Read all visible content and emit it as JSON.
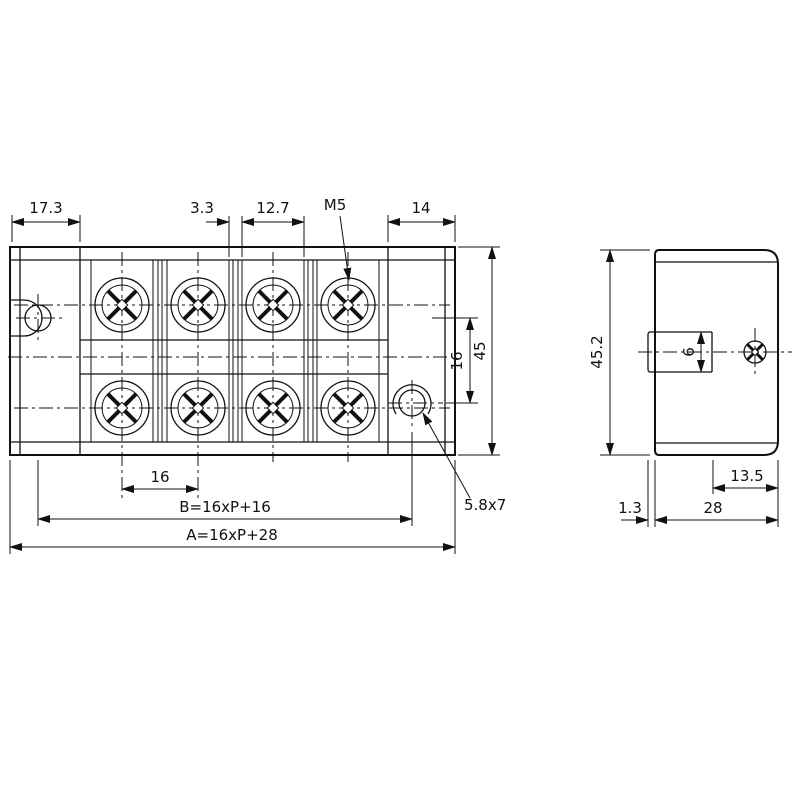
{
  "title": "Terminal block dimensional drawing",
  "front_view": {
    "dim_17_3": "17.3",
    "dim_3_3": "3.3",
    "dim_12_7": "12.7",
    "thread_label": "M5",
    "dim_14": "14",
    "dim_16_vertical": "16",
    "dim_45": "45",
    "dim_16_pitch": "16",
    "dim_B": "B=16xP+16",
    "dim_A": "A=16xP+28",
    "slot_label": "5.8x7"
  },
  "side_view": {
    "dim_45_2": "45.2",
    "dim_6": "6",
    "dim_13_5": "13.5",
    "dim_1_3": "1.3",
    "dim_28": "28"
  }
}
